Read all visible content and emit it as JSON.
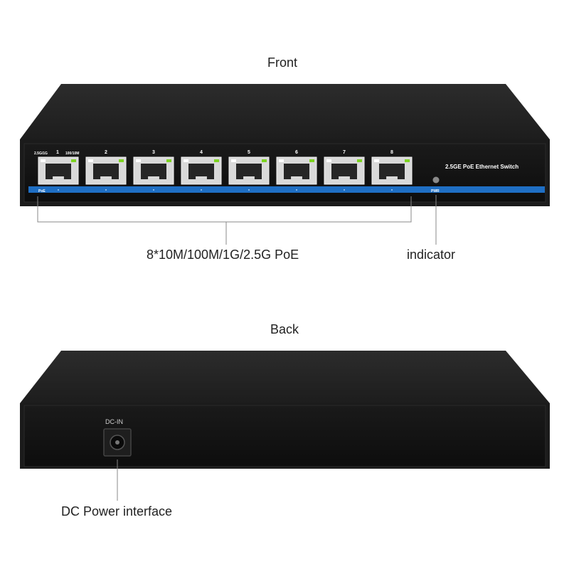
{
  "headings": {
    "front": "Front",
    "back": "Back"
  },
  "front_panel": {
    "speed_label_1": "2.5G/1G",
    "speed_label_2": "100/10M",
    "ports": [
      "1",
      "2",
      "3",
      "4",
      "5",
      "6",
      "7",
      "8"
    ],
    "poe_label": "PoE",
    "model_label": "2.5GE PoE Ethernet Switch",
    "power_label": "PWR"
  },
  "back_panel": {
    "dc_label": "DC-IN"
  },
  "callouts": {
    "ports": "8*10M/100M/1G/2.5G PoE",
    "indicator": "indicator",
    "dc_power": "DC Power interface"
  },
  "colors": {
    "chassis": "#1b1b1b",
    "chassis_top": "#262626",
    "face": "#121212",
    "accent_strip": "#1f6fc4",
    "led_green": "#7ed321",
    "led_amber": "#f0a020"
  }
}
